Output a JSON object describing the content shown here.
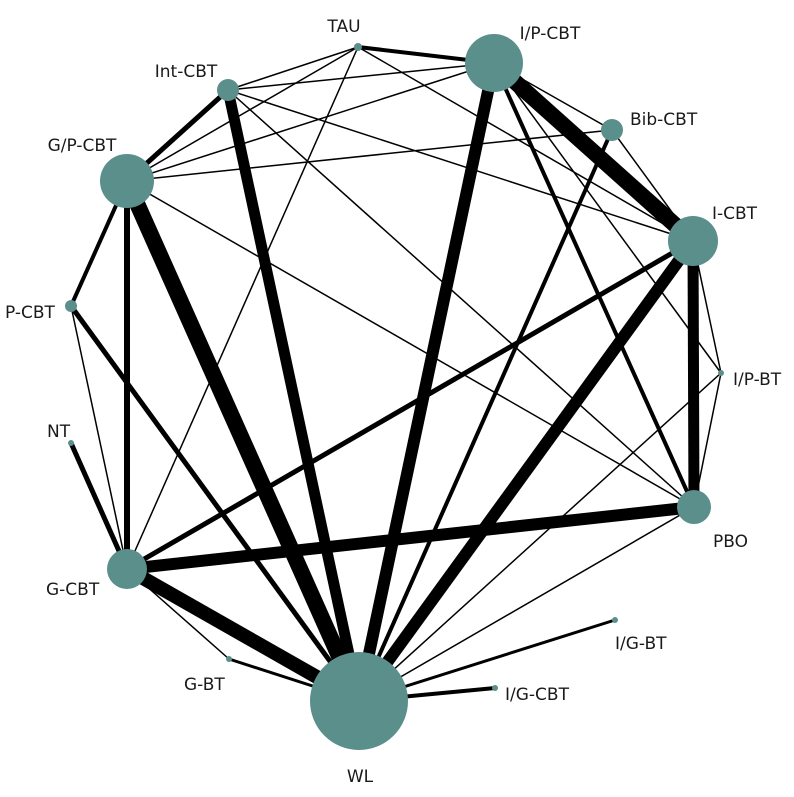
{
  "colors": {
    "node": "#5b8f8b",
    "edge": "#000000",
    "label": "#1a1a1a",
    "background": "#ffffff"
  },
  "nodes": [
    {
      "id": "TAU",
      "label": "TAU"
    },
    {
      "id": "IPCBT",
      "label": "I/P-CBT"
    },
    {
      "id": "IntCBT",
      "label": "Int-CBT"
    },
    {
      "id": "BibCBT",
      "label": "Bib-CBT"
    },
    {
      "id": "GPCBT",
      "label": "G/P-CBT"
    },
    {
      "id": "ICBT",
      "label": "I-CBT"
    },
    {
      "id": "PCBT",
      "label": "P-CBT"
    },
    {
      "id": "IPBT",
      "label": "I/P-BT"
    },
    {
      "id": "NT",
      "label": "NT"
    },
    {
      "id": "PBO",
      "label": "PBO"
    },
    {
      "id": "GCBT",
      "label": "G-CBT"
    },
    {
      "id": "IGBT",
      "label": "I/G-BT"
    },
    {
      "id": "GBT",
      "label": "G-BT"
    },
    {
      "id": "IGCBT",
      "label": "I/G-CBT"
    },
    {
      "id": "WL",
      "label": "WL"
    }
  ],
  "edges": [
    {
      "from": "TAU",
      "to": "IPCBT"
    },
    {
      "from": "TAU",
      "to": "IntCBT"
    },
    {
      "from": "TAU",
      "to": "GPCBT"
    },
    {
      "from": "TAU",
      "to": "ICBT"
    },
    {
      "from": "TAU",
      "to": "GCBT"
    },
    {
      "from": "IPCBT",
      "to": "IntCBT"
    },
    {
      "from": "IPCBT",
      "to": "BibCBT"
    },
    {
      "from": "IPCBT",
      "to": "GPCBT"
    },
    {
      "from": "IPCBT",
      "to": "ICBT"
    },
    {
      "from": "IPCBT",
      "to": "IPBT"
    },
    {
      "from": "IPCBT",
      "to": "PBO"
    },
    {
      "from": "IPCBT",
      "to": "WL"
    },
    {
      "from": "IntCBT",
      "to": "ICBT"
    },
    {
      "from": "IntCBT",
      "to": "GPCBT"
    },
    {
      "from": "IntCBT",
      "to": "PBO"
    },
    {
      "from": "IntCBT",
      "to": "WL"
    },
    {
      "from": "BibCBT",
      "to": "GPCBT"
    },
    {
      "from": "BibCBT",
      "to": "ICBT"
    },
    {
      "from": "BibCBT",
      "to": "WL"
    },
    {
      "from": "GPCBT",
      "to": "PCBT"
    },
    {
      "from": "GPCBT",
      "to": "GCBT"
    },
    {
      "from": "GPCBT",
      "to": "PBO"
    },
    {
      "from": "GPCBT",
      "to": "WL"
    },
    {
      "from": "ICBT",
      "to": "IPBT"
    },
    {
      "from": "ICBT",
      "to": "PBO"
    },
    {
      "from": "ICBT",
      "to": "GCBT"
    },
    {
      "from": "ICBT",
      "to": "WL"
    },
    {
      "from": "PCBT",
      "to": "GCBT"
    },
    {
      "from": "PCBT",
      "to": "WL"
    },
    {
      "from": "IPBT",
      "to": "PBO"
    },
    {
      "from": "IPBT",
      "to": "WL"
    },
    {
      "from": "NT",
      "to": "GCBT"
    },
    {
      "from": "PBO",
      "to": "GCBT"
    },
    {
      "from": "PBO",
      "to": "WL"
    },
    {
      "from": "GCBT",
      "to": "GBT"
    },
    {
      "from": "GCBT",
      "to": "WL"
    },
    {
      "from": "IGBT",
      "to": "WL"
    },
    {
      "from": "GBT",
      "to": "WL"
    },
    {
      "from": "IGCBT",
      "to": "WL"
    }
  ]
}
